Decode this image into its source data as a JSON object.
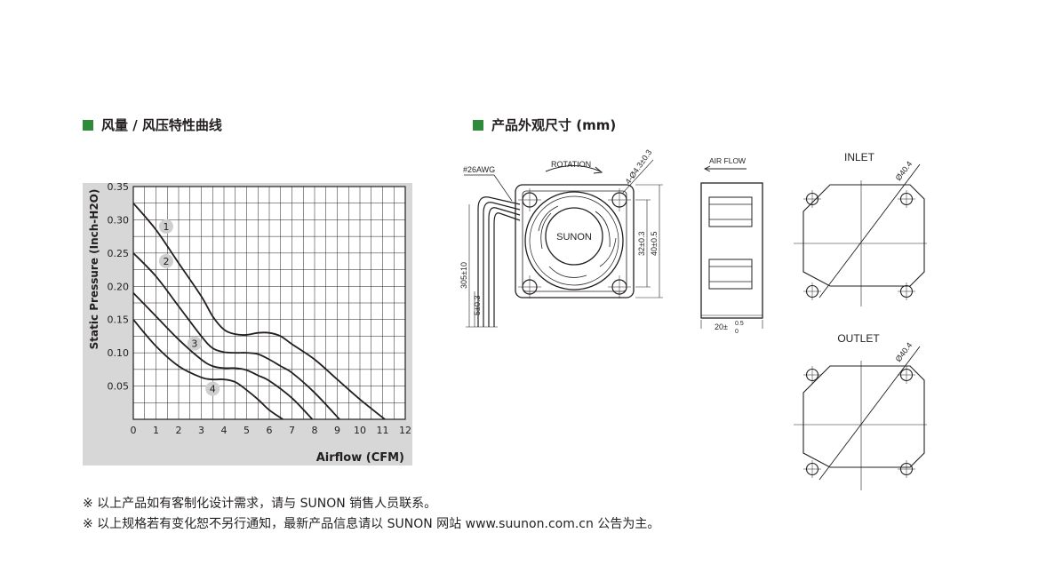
{
  "left_section": {
    "title": "风量 / 风压特性曲线"
  },
  "right_section": {
    "title": "产品外观尺寸 (mm)"
  },
  "chart_data": {
    "type": "line",
    "title": "",
    "xlabel": "Airflow (CFM)",
    "ylabel": "Static Pressure (Inch-H2O)",
    "xlim": [
      0,
      12
    ],
    "ylim": [
      0,
      0.35
    ],
    "x_ticks": [
      "0",
      "1",
      "2",
      "3",
      "4",
      "5",
      "6",
      "7",
      "8",
      "9",
      "10",
      "11",
      "12"
    ],
    "y_ticks": [
      "0.05",
      "0.10",
      "0.15",
      "0.20",
      "0.25",
      "0.30",
      "0.35"
    ],
    "grid": true,
    "series": [
      {
        "name": "1",
        "x": [
          0,
          1,
          2,
          3,
          3.5,
          4,
          4.5,
          5,
          5.5,
          6,
          6.5,
          7,
          8,
          9,
          10,
          11.1
        ],
        "y": [
          0.325,
          0.285,
          0.235,
          0.185,
          0.155,
          0.135,
          0.128,
          0.127,
          0.13,
          0.13,
          0.125,
          0.113,
          0.09,
          0.06,
          0.03,
          0.0
        ]
      },
      {
        "name": "2",
        "x": [
          0,
          1,
          2,
          3,
          3.5,
          4,
          4.5,
          5,
          5.5,
          6,
          6.5,
          7,
          8,
          9.1
        ],
        "y": [
          0.25,
          0.215,
          0.17,
          0.125,
          0.107,
          0.101,
          0.1,
          0.1,
          0.098,
          0.09,
          0.08,
          0.07,
          0.04,
          0.0
        ]
      },
      {
        "name": "3",
        "x": [
          0,
          1,
          2,
          3,
          3.5,
          4,
          4.5,
          5,
          5.5,
          6,
          7,
          7.9
        ],
        "y": [
          0.19,
          0.155,
          0.12,
          0.09,
          0.08,
          0.077,
          0.077,
          0.074,
          0.066,
          0.058,
          0.032,
          0.0
        ]
      },
      {
        "name": "4",
        "x": [
          0,
          1,
          2,
          3,
          3.5,
          4,
          4.5,
          5,
          5.5,
          6,
          6.6
        ],
        "y": [
          0.15,
          0.11,
          0.08,
          0.063,
          0.06,
          0.06,
          0.056,
          0.044,
          0.03,
          0.014,
          0.0
        ]
      }
    ]
  },
  "drawing": {
    "wire_label": "#26AWG",
    "rotation_label": "ROTATION",
    "hole_dim": "4-Ø4.3±0.3",
    "brand": "SUNON",
    "dim_inner": "32±0.3",
    "dim_outer": "40±0.5",
    "dim_lead": "305±10",
    "dim_strip": "5±0.3",
    "airflow_label": "AIR FLOW",
    "depth_main": "20±",
    "depth_upper": "0.5",
    "depth_lower": "0",
    "inlet_label": "INLET",
    "outlet_label": "OUTLET",
    "diameter": "Ø40.4"
  },
  "notes": [
    "※ 以上产品如有客制化设计需求，请与 SUNON 销售人员联系。",
    "※ 以上规格若有变化恕不另行通知，最新产品信息请以 SUNON 网站 www.suunon.com.cn 公告为主。"
  ]
}
